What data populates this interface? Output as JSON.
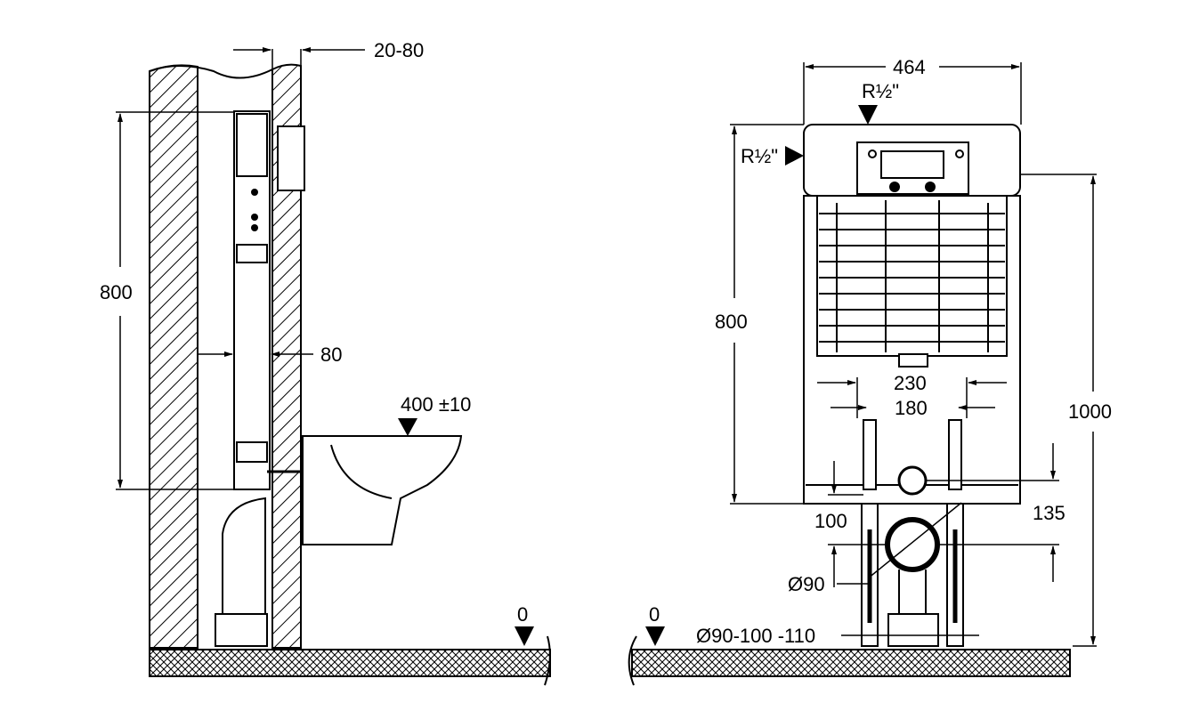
{
  "side_view": {
    "dim_wall_gap": "20-80",
    "dim_height": "800",
    "dim_depth": "80",
    "dim_pan_height": "400 ±10",
    "floor_level": "0"
  },
  "front_view": {
    "dim_width": "464",
    "dim_top_inlet": "R½\"",
    "dim_side_inlet": "R½\"",
    "dim_height": "800",
    "dim_total_height": "1000",
    "dim_fix_outer": "230",
    "dim_fix_inner": "180",
    "dim_outlet_height": "100",
    "dim_outlet_spacing": "135",
    "dim_outlet_diameter": "Ø90",
    "dim_drain_diameter": "Ø90-100 -110",
    "floor_level": "0"
  }
}
